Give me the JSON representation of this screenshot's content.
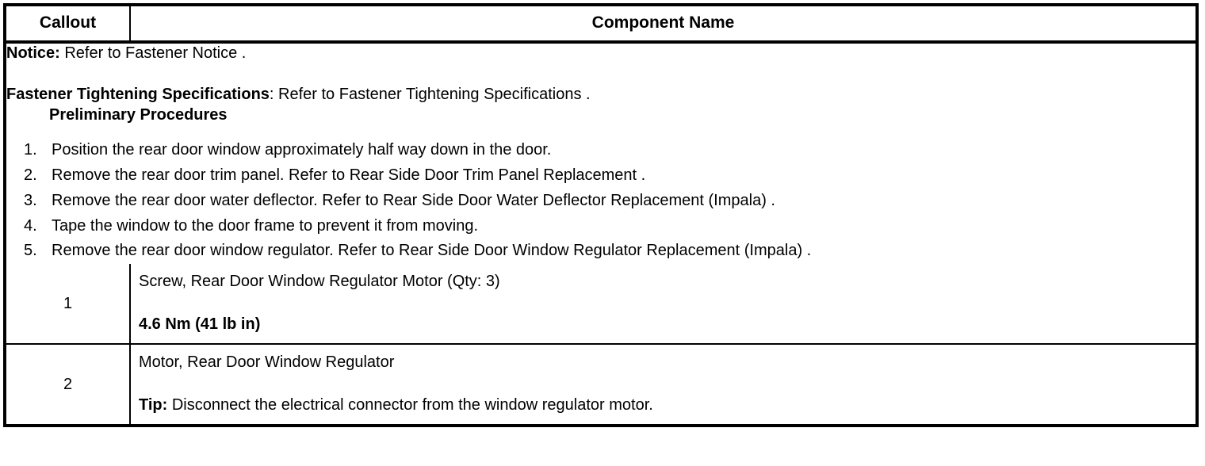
{
  "table": {
    "headers": {
      "callout": "Callout",
      "component_name": "Component Name"
    },
    "procedures": {
      "notice_label": "Notice:",
      "notice_text": " Refer to Fastener Notice .",
      "fastener_spec_label": "Fastener Tightening Specifications",
      "fastener_spec_text": ": Refer to Fastener Tightening Specifications .",
      "preliminary_heading": "Preliminary Procedures",
      "steps": [
        "Position the rear door window approximately half way down in the door.",
        "Remove the rear door trim panel. Refer to Rear Side Door Trim Panel Replacement .",
        "Remove the rear door water deflector. Refer to Rear Side Door Water Deflector Replacement (Impala) .",
        "Tape the window to the door frame to prevent it from moving.",
        "Remove the rear door window regulator. Refer to Rear Side Door Window Regulator Replacement (Impala) ."
      ]
    },
    "callouts": [
      {
        "number": "1",
        "name": "Screw, Rear Door Window Regulator Motor (Qty: 3)",
        "sub_label": "",
        "sub_text": "4.6 Nm (41 lb in)",
        "sub_bold": true
      },
      {
        "number": "2",
        "name": "Motor, Rear Door Window Regulator",
        "sub_label": "Tip:",
        "sub_text": " Disconnect the electrical connector from the window regulator motor.",
        "sub_bold": false
      }
    ]
  }
}
